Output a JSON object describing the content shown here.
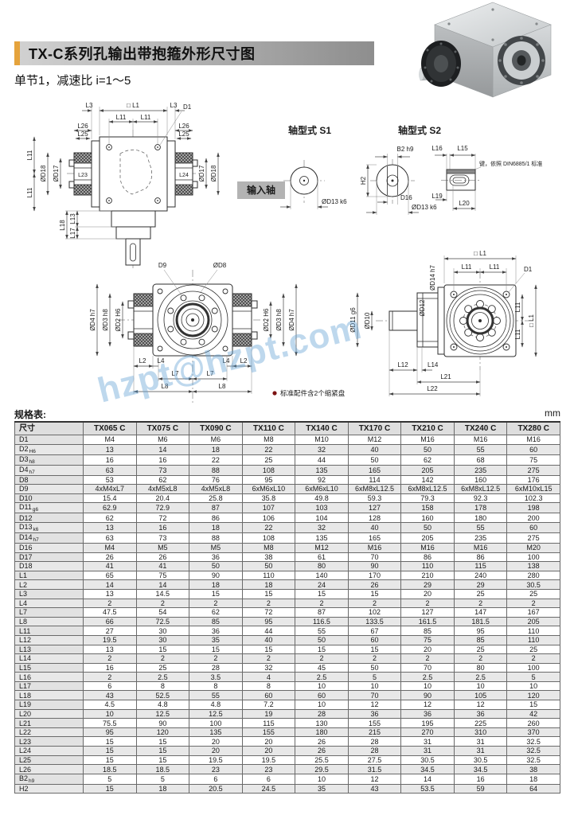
{
  "page": {
    "title": "TX-C系列孔输出带抱箍外形尺寸图",
    "subtitle": "单节1，减速比 i=1～5",
    "spec_label": "规格表:",
    "unit": "mm",
    "watermark": "hzpt@hzpt.com",
    "note": "标准配件含2个缩紧盘",
    "accent_color": "#e5a33c"
  },
  "drawings": {
    "input_shaft_label": "输入轴",
    "front": {
      "sq_l1": "□ L1",
      "l3": "L3",
      "d1": "D1",
      "l11": "L11",
      "l26": "L26",
      "l25": "L25",
      "dd18": "ØD18",
      "dd17": "ØD17",
      "l23": "L23",
      "l24": "L24",
      "l18": "L18",
      "l13": "L13",
      "l17": "L17"
    },
    "s1": {
      "title": "轴型式 S1",
      "dd13": "ØD13 k6"
    },
    "s2": {
      "title": "轴型式 S2",
      "b2": "B2 h9",
      "h2": "H2",
      "d16": "D16",
      "dd13": "ØD13 k6",
      "l16": "L16",
      "l15": "L15",
      "l19": "L19",
      "l20": "L20",
      "key_note": "键，依照 DIN6885/1 标准"
    },
    "bottom": {
      "d9": "D9",
      "dd8": "ØD8",
      "dd4": "ØD4 h7",
      "dd3": "ØD3 h8",
      "dd2": "ØD2 H6",
      "l2": "L2",
      "l4": "L4",
      "l7": "L7",
      "l8": "L8"
    },
    "side": {
      "sq_l1": "□ L1",
      "l11": "L11",
      "d1": "D1",
      "dd14": "ØD14 h7",
      "dd12": "ØD12",
      "dd11": "ØD11 g6",
      "dd10": "ØD10",
      "l12": "L12",
      "l14": "L14",
      "l21": "L21",
      "l22": "L22"
    }
  },
  "table": {
    "headers": [
      "尺寸",
      "TX065 C",
      "TX075 C",
      "TX090 C",
      "TX110 C",
      "TX140 C",
      "TX170 C",
      "TX210 C",
      "TX240 C",
      "TX280 C"
    ],
    "rows": [
      {
        "dim": "D1",
        "sub": "",
        "values": [
          "M4",
          "M6",
          "M6",
          "M8",
          "M10",
          "M12",
          "M16",
          "M16",
          "M16"
        ]
      },
      {
        "dim": "D2",
        "sub": "H6",
        "values": [
          "13",
          "14",
          "18",
          "22",
          "32",
          "40",
          "50",
          "55",
          "60"
        ]
      },
      {
        "dim": "D3",
        "sub": "h8",
        "values": [
          "16",
          "16",
          "22",
          "25",
          "44",
          "50",
          "62",
          "68",
          "75"
        ]
      },
      {
        "dim": "D4",
        "sub": "h7",
        "values": [
          "63",
          "73",
          "88",
          "108",
          "135",
          "165",
          "205",
          "235",
          "275"
        ]
      },
      {
        "dim": "D8",
        "sub": "",
        "values": [
          "53",
          "62",
          "76",
          "95",
          "92",
          "114",
          "142",
          "160",
          "176"
        ]
      },
      {
        "dim": "D9",
        "sub": "",
        "values": [
          "4xM4xL7",
          "4xM5xL8",
          "4xM5xL8",
          "6xM6xL10",
          "6xM6xL10",
          "6xM8xL12.5",
          "6xM8xL12.5",
          "6xM8xL12.5",
          "6xM10xL15"
        ]
      },
      {
        "dim": "D10",
        "sub": "",
        "values": [
          "15.4",
          "20.4",
          "25.8",
          "35.8",
          "49.8",
          "59.3",
          "79.3",
          "92.3",
          "102.3"
        ]
      },
      {
        "dim": "D11",
        "sub": "g6",
        "values": [
          "62.9",
          "72.9",
          "87",
          "107",
          "103",
          "127",
          "158",
          "178",
          "198"
        ]
      },
      {
        "dim": "D12",
        "sub": "",
        "values": [
          "62",
          "72",
          "86",
          "106",
          "104",
          "128",
          "160",
          "180",
          "200"
        ]
      },
      {
        "dim": "D13",
        "sub": "k6",
        "values": [
          "13",
          "16",
          "18",
          "22",
          "32",
          "40",
          "50",
          "55",
          "60"
        ]
      },
      {
        "dim": "D14",
        "sub": "h7",
        "values": [
          "63",
          "73",
          "88",
          "108",
          "135",
          "165",
          "205",
          "235",
          "275"
        ]
      },
      {
        "dim": "D16",
        "sub": "",
        "values": [
          "M4",
          "M5",
          "M5",
          "M8",
          "M12",
          "M16",
          "M16",
          "M16",
          "M20"
        ]
      },
      {
        "dim": "D17",
        "sub": "",
        "values": [
          "26",
          "26",
          "36",
          "38",
          "61",
          "70",
          "86",
          "86",
          "100"
        ]
      },
      {
        "dim": "D18",
        "sub": "",
        "values": [
          "41",
          "41",
          "50",
          "50",
          "80",
          "90",
          "110",
          "115",
          "138"
        ]
      },
      {
        "dim": "L1",
        "sub": "",
        "values": [
          "65",
          "75",
          "90",
          "110",
          "140",
          "170",
          "210",
          "240",
          "280"
        ]
      },
      {
        "dim": "L2",
        "sub": "",
        "values": [
          "14",
          "14",
          "18",
          "18",
          "24",
          "26",
          "29",
          "29",
          "30.5"
        ]
      },
      {
        "dim": "L3",
        "sub": "",
        "values": [
          "13",
          "14.5",
          "15",
          "15",
          "15",
          "15",
          "20",
          "25",
          "25"
        ]
      },
      {
        "dim": "L4",
        "sub": "",
        "values": [
          "2",
          "2",
          "2",
          "2",
          "2",
          "2",
          "2",
          "2",
          "2"
        ]
      },
      {
        "dim": "L7",
        "sub": "",
        "values": [
          "47.5",
          "54",
          "62",
          "72",
          "87",
          "102",
          "127",
          "147",
          "167"
        ]
      },
      {
        "dim": "L8",
        "sub": "",
        "values": [
          "66",
          "72.5",
          "85",
          "95",
          "116.5",
          "133.5",
          "161.5",
          "181.5",
          "205"
        ]
      },
      {
        "dim": "L11",
        "sub": "",
        "values": [
          "27",
          "30",
          "36",
          "44",
          "55",
          "67",
          "85",
          "95",
          "110"
        ]
      },
      {
        "dim": "L12",
        "sub": "",
        "values": [
          "19.5",
          "30",
          "35",
          "40",
          "50",
          "60",
          "75",
          "85",
          "110"
        ]
      },
      {
        "dim": "L13",
        "sub": "",
        "values": [
          "13",
          "15",
          "15",
          "15",
          "15",
          "15",
          "20",
          "25",
          "25"
        ]
      },
      {
        "dim": "L14",
        "sub": "",
        "values": [
          "2",
          "2",
          "2",
          "2",
          "2",
          "2",
          "2",
          "2",
          "2"
        ]
      },
      {
        "dim": "L15",
        "sub": "",
        "values": [
          "16",
          "25",
          "28",
          "32",
          "45",
          "50",
          "70",
          "80",
          "100"
        ]
      },
      {
        "dim": "L16",
        "sub": "",
        "values": [
          "2",
          "2.5",
          "3.5",
          "4",
          "2.5",
          "5",
          "2.5",
          "2.5",
          "5"
        ]
      },
      {
        "dim": "L17",
        "sub": "",
        "values": [
          "6",
          "8",
          "8",
          "8",
          "10",
          "10",
          "10",
          "10",
          "10"
        ]
      },
      {
        "dim": "L18",
        "sub": "",
        "values": [
          "43",
          "52.5",
          "55",
          "60",
          "60",
          "70",
          "90",
          "105",
          "120"
        ]
      },
      {
        "dim": "L19",
        "sub": "",
        "values": [
          "4.5",
          "4.8",
          "4.8",
          "7.2",
          "10",
          "12",
          "12",
          "12",
          "15"
        ]
      },
      {
        "dim": "L20",
        "sub": "",
        "values": [
          "10",
          "12.5",
          "12.5",
          "19",
          "28",
          "36",
          "36",
          "36",
          "42"
        ]
      },
      {
        "dim": "L21",
        "sub": "",
        "values": [
          "75.5",
          "90",
          "100",
          "115",
          "130",
          "155",
          "195",
          "225",
          "260"
        ]
      },
      {
        "dim": "L22",
        "sub": "",
        "values": [
          "95",
          "120",
          "135",
          "155",
          "180",
          "215",
          "270",
          "310",
          "370"
        ]
      },
      {
        "dim": "L23",
        "sub": "",
        "values": [
          "15",
          "15",
          "20",
          "20",
          "26",
          "28",
          "31",
          "31",
          "32.5"
        ]
      },
      {
        "dim": "L24",
        "sub": "",
        "values": [
          "15",
          "15",
          "20",
          "20",
          "26",
          "28",
          "31",
          "31",
          "32.5"
        ]
      },
      {
        "dim": "L25",
        "sub": "",
        "values": [
          "15",
          "15",
          "19.5",
          "19.5",
          "25.5",
          "27.5",
          "30.5",
          "30.5",
          "32.5"
        ]
      },
      {
        "dim": "L26",
        "sub": "",
        "values": [
          "18.5",
          "18.5",
          "23",
          "23",
          "29.5",
          "31.5",
          "34.5",
          "34.5",
          "38"
        ]
      },
      {
        "dim": "B2",
        "sub": "h9",
        "values": [
          "5",
          "5",
          "6",
          "6",
          "10",
          "12",
          "14",
          "16",
          "18"
        ]
      },
      {
        "dim": "H2",
        "sub": "",
        "values": [
          "15",
          "18",
          "20.5",
          "24.5",
          "35",
          "43",
          "53.5",
          "59",
          "64"
        ]
      }
    ]
  }
}
